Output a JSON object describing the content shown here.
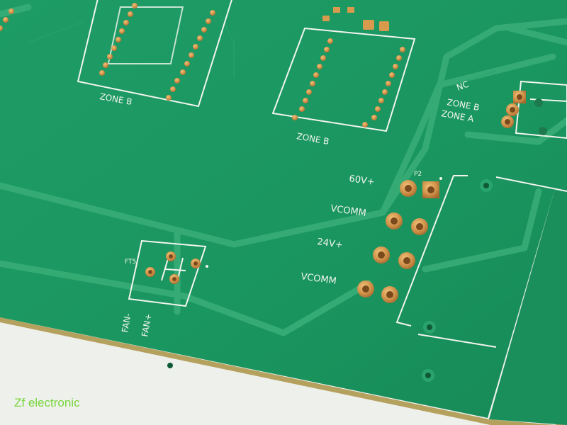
{
  "silkscreen": {
    "zone_b_left": "ZONE B",
    "zone_b_center": "ZONE B",
    "nc": "NC",
    "zone_b_right": "ZONE B",
    "zone_a": "ZONE A",
    "p2": "P2",
    "v60": "60V+",
    "vcomm_1": "VCOMM",
    "v24": "24V+",
    "vcomm_2": "VCOMM",
    "ft5": "FT5",
    "fan_minus": "FAN-",
    "fan_plus": "FAN+"
  },
  "watermark": "Zf electronic",
  "colors": {
    "board_green": "#1c9a63",
    "trace_green": "#3aae78",
    "silkscreen": "#f2f5ee",
    "pad_gold": "#c98a3c",
    "watermark": "#78d63a",
    "background": "#eef0ec"
  }
}
